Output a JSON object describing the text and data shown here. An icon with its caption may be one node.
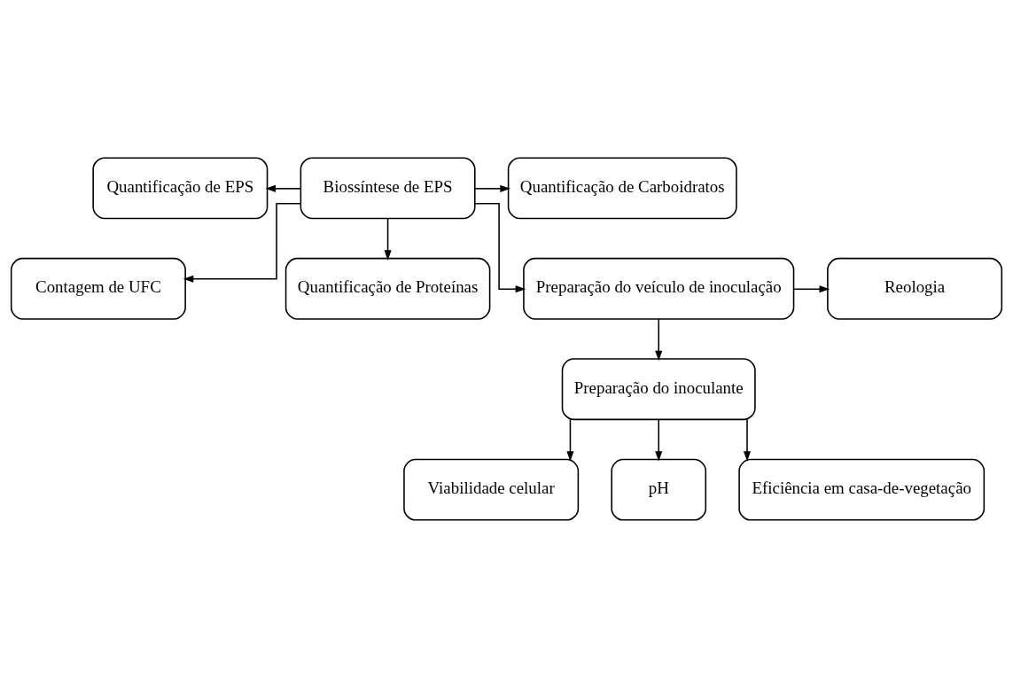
{
  "diagram": {
    "nodes": [
      {
        "text": [
          "Quantificação de EPS"
        ]
      },
      {
        "text": [
          "Biossíntese de EPS"
        ]
      },
      {
        "text": [
          "Quantificação de Carboidratos"
        ]
      },
      {
        "text": [
          "Contagem de UFC"
        ]
      },
      {
        "text": [
          "Quantificação de Proteínas"
        ]
      },
      {
        "text": [
          "Preparação do veículo de inoculação"
        ]
      },
      {
        "text": [
          "Reologia"
        ]
      },
      {
        "text": [
          "Preparação do inoculante"
        ]
      },
      {
        "text": [
          "Viabilidade celular"
        ]
      },
      {
        "text": [
          "pH"
        ]
      },
      {
        "text": [
          "Eficiência em casa-de-vegetação"
        ]
      }
    ],
    "edges": [
      {
        "from": 1,
        "to": 0,
        "arrow": "to"
      },
      {
        "from": 1,
        "to": 3,
        "arrow": "to"
      },
      {
        "from": 1,
        "to": 2,
        "arrow": "to"
      },
      {
        "from": 1,
        "to": 4,
        "arrow": "to"
      },
      {
        "from": 1,
        "to": 5,
        "arrow": "to"
      },
      {
        "from": 5,
        "to": 6,
        "arrow": "to"
      },
      {
        "from": 5,
        "to": 7,
        "arrow": "to"
      },
      {
        "from": 7,
        "to": 8,
        "arrow": "to"
      },
      {
        "from": 7,
        "to": 9,
        "arrow": "to"
      },
      {
        "from": 7,
        "to": 10,
        "arrow": "to"
      }
    ]
  }
}
